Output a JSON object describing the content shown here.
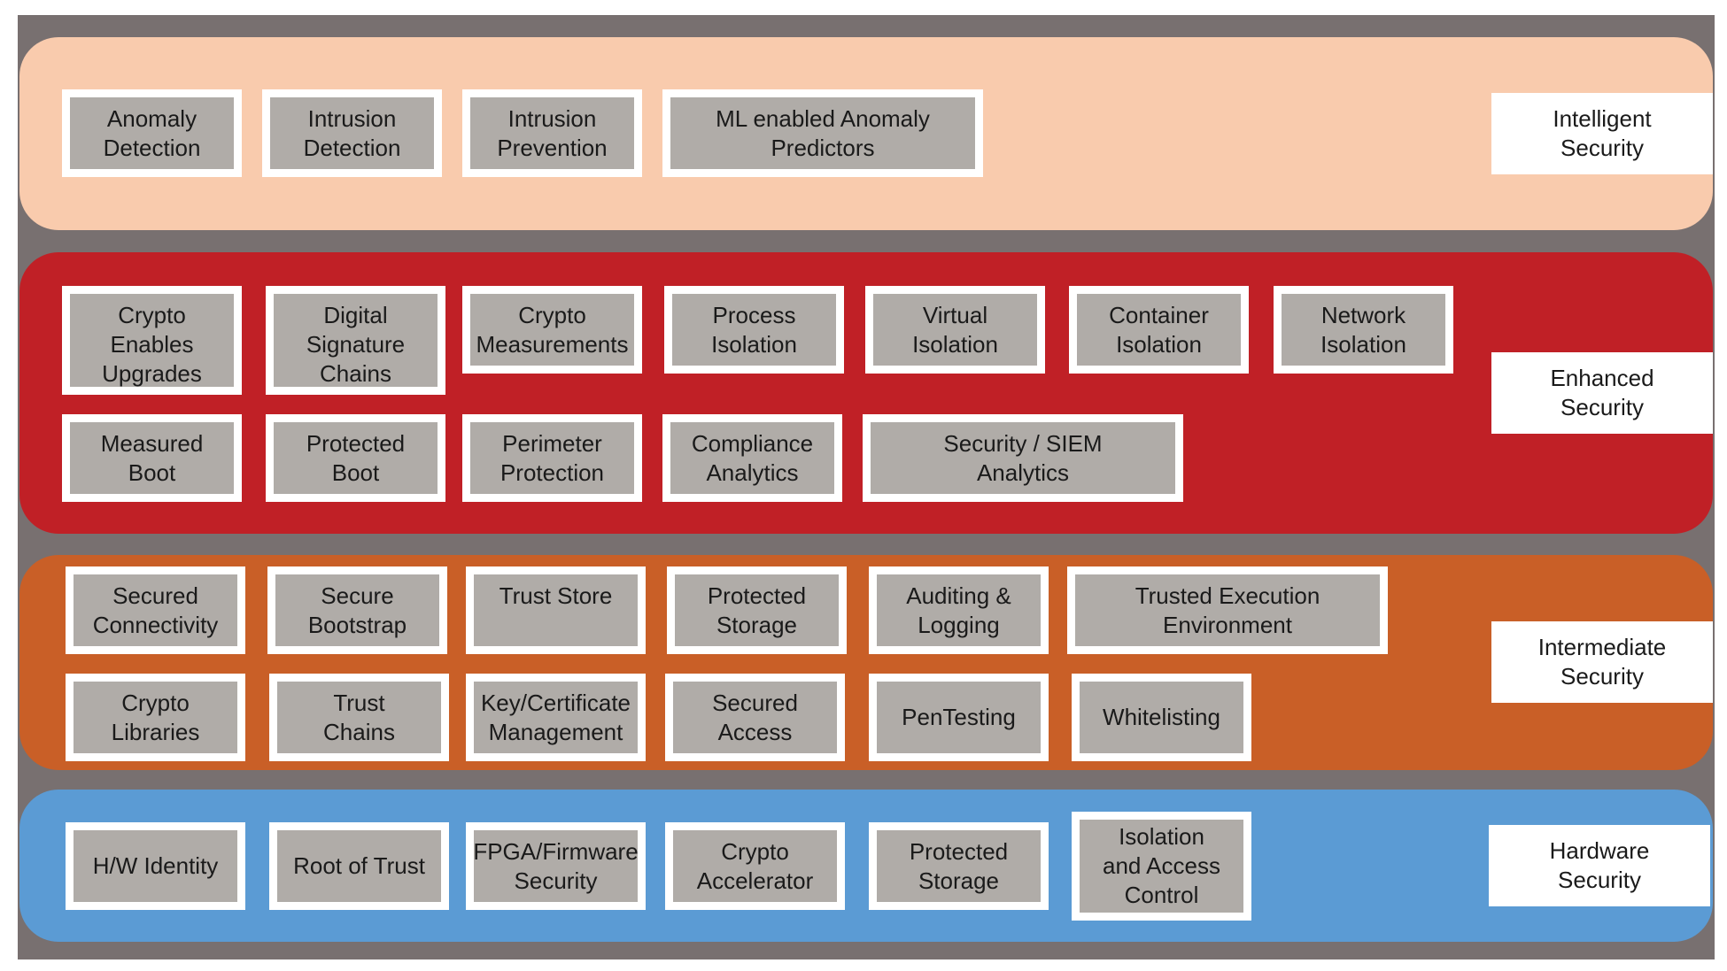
{
  "layers": [
    {
      "id": "intelligent",
      "name": "Intelligent\nSecurity",
      "color": "#f9cbad",
      "items": [
        "Anomaly\nDetection",
        "Intrusion\nDetection",
        "Intrusion\nPrevention",
        "ML enabled Anomaly\nPredictors"
      ]
    },
    {
      "id": "enhanced",
      "name": "Enhanced\nSecurity",
      "color": "#c02026",
      "items": [
        "Crypto\nEnables\nUpgrades",
        "Digital\nSignature\nChains",
        "Crypto\nMeasurements",
        "Process\nIsolation",
        "Virtual\nIsolation",
        "Container\nIsolation",
        "Network\nIsolation",
        "Measured\nBoot",
        "Protected\nBoot",
        "Perimeter\nProtection",
        "Compliance\nAnalytics",
        "Security / SIEM\nAnalytics"
      ]
    },
    {
      "id": "intermediate",
      "name": "Intermediate\nSecurity",
      "color": "#c95f27",
      "items": [
        "Secured\nConnectivity",
        "Secure\nBootstrap",
        "Trust Store",
        "Protected\nStorage",
        "Auditing &\nLogging",
        "Trusted Execution\nEnvironment",
        "Crypto\nLibraries",
        "Trust\nChains",
        "Key/Certificate\nManagement",
        "Secured\nAccess",
        "PenTesting",
        "Whitelisting"
      ]
    },
    {
      "id": "hardware",
      "name": "Hardware\nSecurity",
      "color": "#5b9bd4",
      "items": [
        "H/W Identity",
        "Root of Trust",
        "FPGA/Firmware\nSecurity",
        "Crypto\nAccelerator",
        "Protected\nStorage",
        "Isolation\nand Access\nControl"
      ]
    }
  ]
}
